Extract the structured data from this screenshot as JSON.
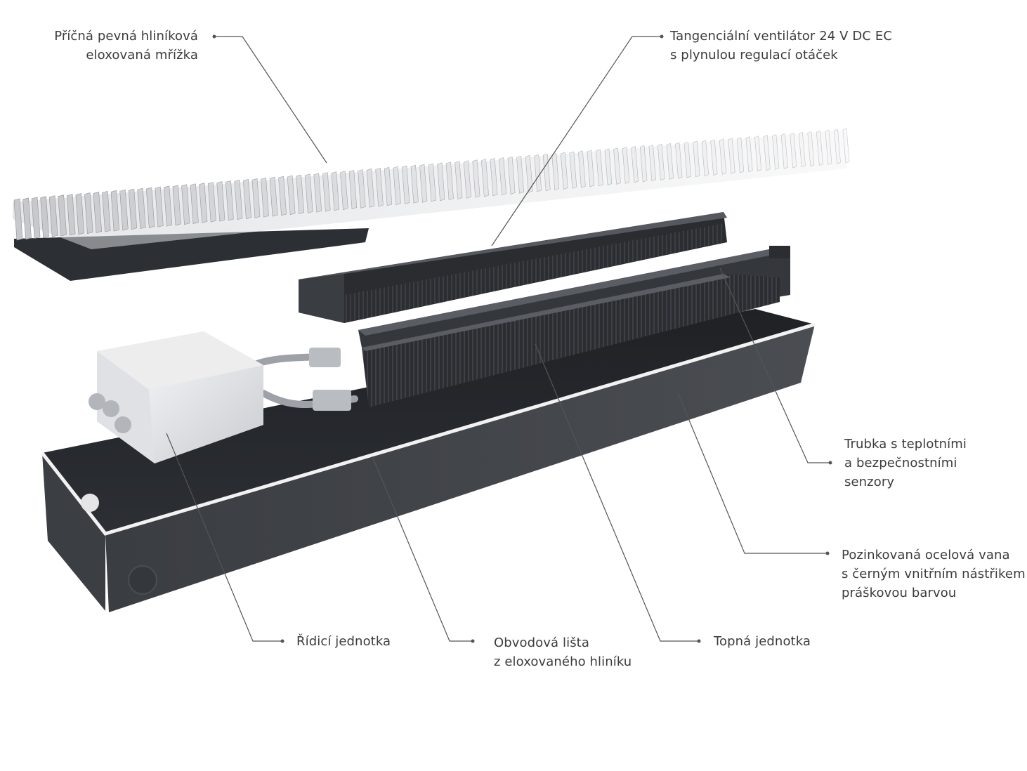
{
  "callouts": {
    "grille": {
      "lines": [
        "Příčná pevná hliníková",
        "eloxovaná mřížka"
      ]
    },
    "fan": {
      "lines": [
        "Tangenciální ventilátor 24 V DC EC",
        "s plynulou regulací otáček"
      ]
    },
    "tube": {
      "lines": [
        "Trubka s teplotními",
        "a bezpečnostními",
        "senzory"
      ]
    },
    "tank": {
      "lines": [
        "Pozinkovaná ocelová vana",
        "s černým vnitřním nástřikem",
        "práškovou barvou"
      ]
    },
    "control": {
      "lines": [
        "Řídicí jednotka"
      ]
    },
    "frame": {
      "lines": [
        "Obvodová lišta",
        "z eloxovaného hliníku"
      ]
    },
    "heater": {
      "lines": [
        "Topná jednotka"
      ]
    }
  },
  "colors": {
    "text": "#3c3c3c",
    "leader": "#555555",
    "tank_dark": "#2e3136",
    "grille_light": "#e6e6e6",
    "frame_silver": "#f2f2f2"
  }
}
